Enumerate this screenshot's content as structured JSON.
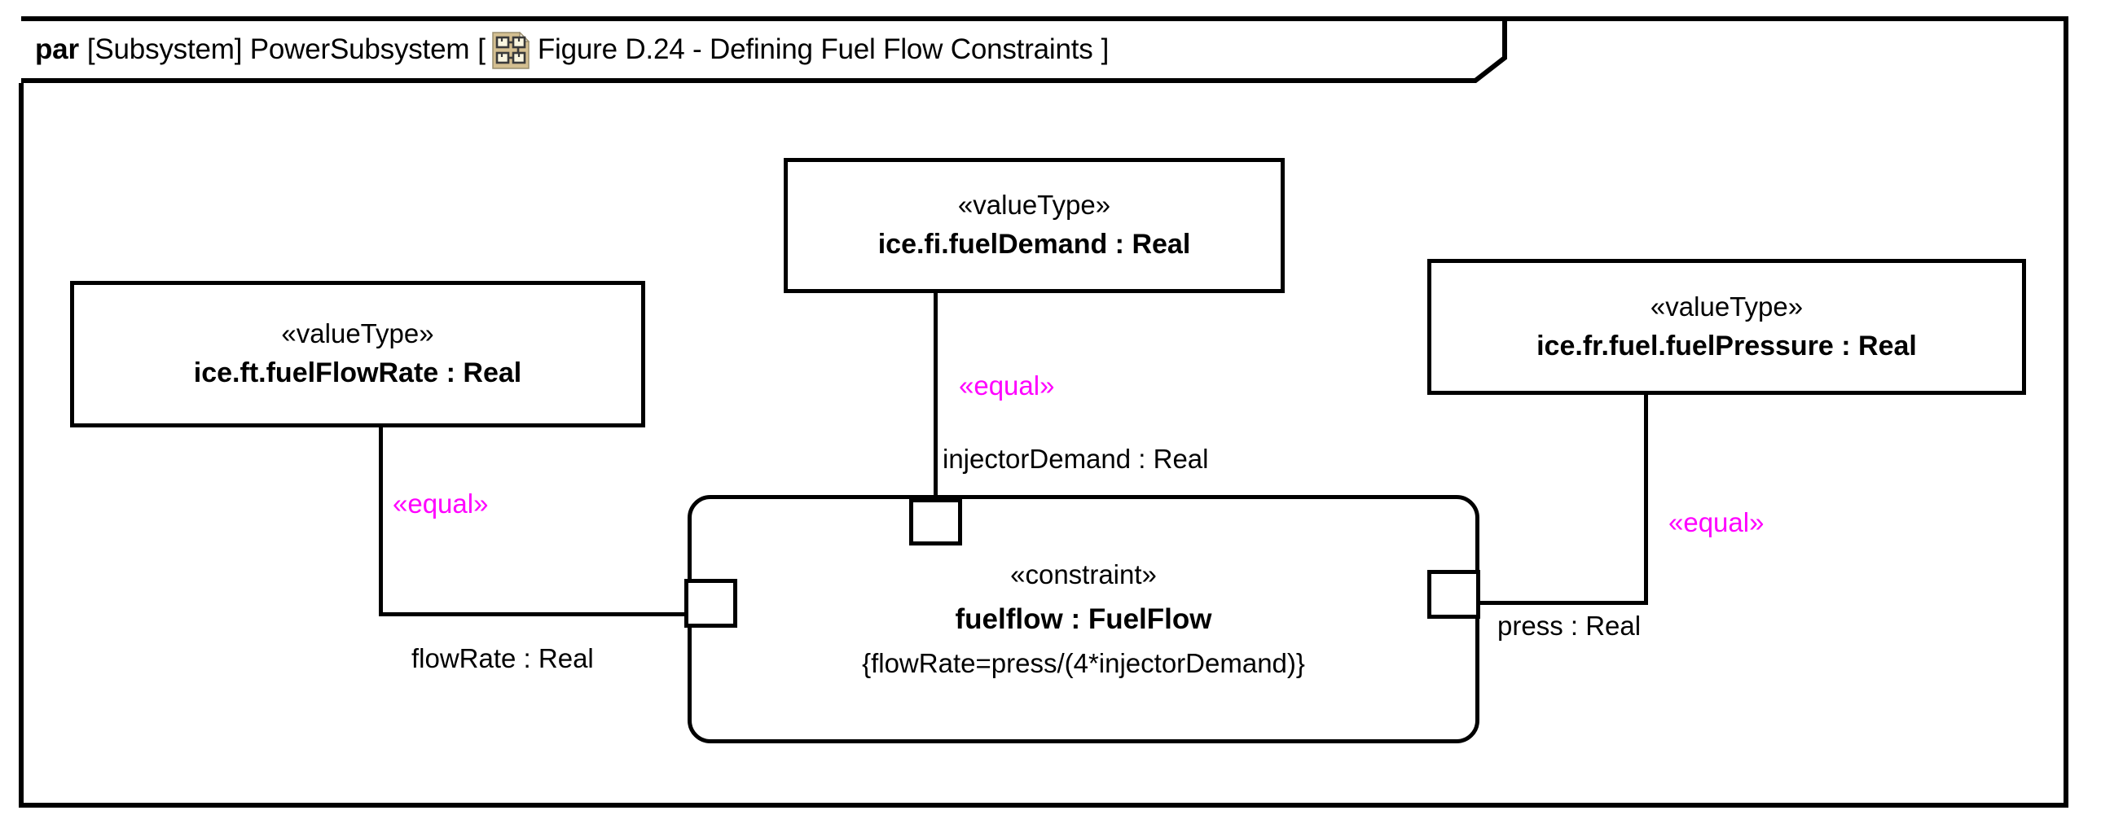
{
  "diagram": {
    "header": {
      "keyword": "par",
      "context": "[Subsystem] PowerSubsystem",
      "bracket_open": "[",
      "icon": "block-definition-diagram-icon",
      "title": "Figure D.24 - Defining Fuel Flow Constraints",
      "bracket_close": "]"
    },
    "colors": {
      "stereotype_equal": "#ff00ff",
      "line": "#000000",
      "background": "#ffffff",
      "icon_fill": "#d4bf91",
      "icon_box_fill": "#faf6e0"
    },
    "value_types": [
      {
        "id": "fuel-flow-rate",
        "stereotype": "«valueType»",
        "name": "ice.ft.fuelFlowRate  : Real"
      },
      {
        "id": "fuel-demand",
        "stereotype": "«valueType»",
        "name": "ice.fi.fuelDemand : Real"
      },
      {
        "id": "fuel-pressure",
        "stereotype": "«valueType»",
        "name": "ice.fr.fuel.fuelPressure : Real"
      }
    ],
    "constraint_block": {
      "stereotype": "«constraint»",
      "name": "fuelflow : FuelFlow",
      "expression": "{flowRate=press/(4*injectorDemand)}"
    },
    "parameters": [
      {
        "id": "flow-rate",
        "label": "flowRate : Real"
      },
      {
        "id": "injector-demand",
        "label": "injectorDemand : Real"
      },
      {
        "id": "press",
        "label": "press : Real"
      }
    ],
    "connectors": [
      {
        "id": "equal-left",
        "stereotype": "«equal»",
        "from": "ice.ft.fuelFlowRate",
        "to": "flowRate"
      },
      {
        "id": "equal-top",
        "stereotype": "«equal»",
        "from": "ice.fi.fuelDemand",
        "to": "injectorDemand"
      },
      {
        "id": "equal-right",
        "stereotype": "«equal»",
        "from": "ice.fr.fuel.fuelPressure",
        "to": "press"
      }
    ]
  }
}
